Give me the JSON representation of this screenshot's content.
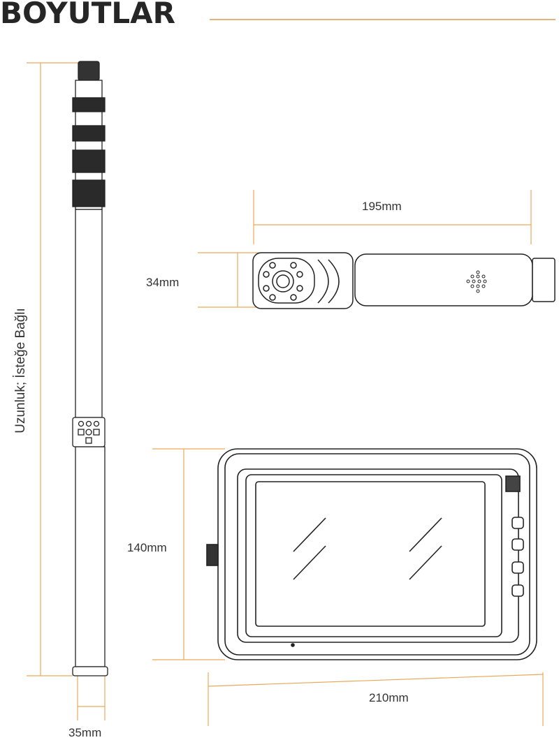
{
  "title": "BOYUTLAR",
  "dimensions": {
    "length_label": "Uzunluk; İsteğe Bağlı",
    "pole_diameter": "35mm",
    "camera_length": "195mm",
    "camera_height": "34mm",
    "monitor_height": "140mm",
    "monitor_width": "210mm"
  },
  "colors": {
    "accent": "#e9a95c",
    "ink": "#262626"
  }
}
